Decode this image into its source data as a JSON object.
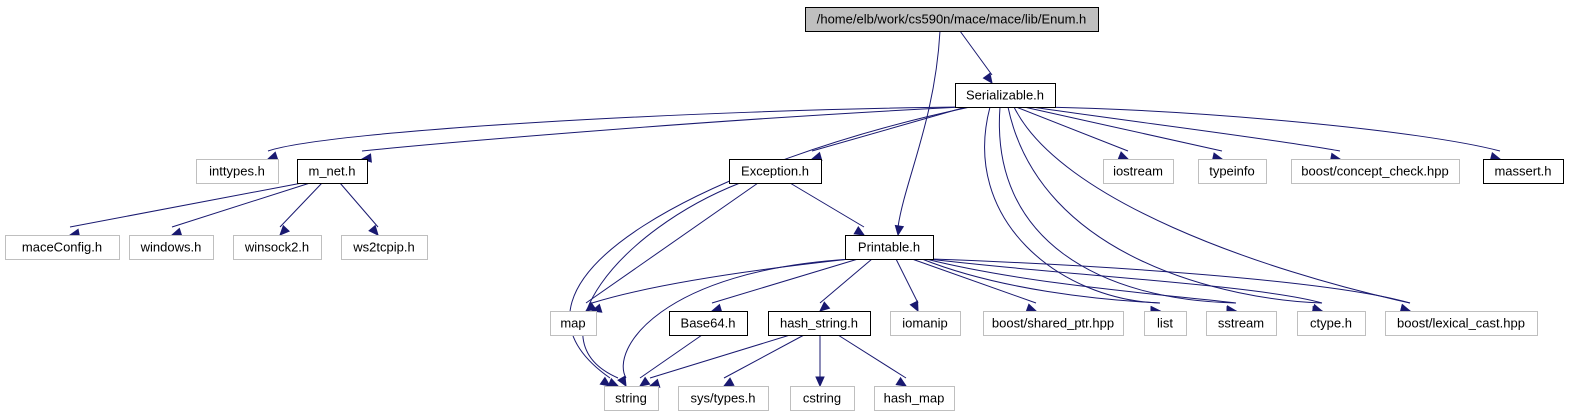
{
  "colors": {
    "edge": "#191970",
    "root_fill": "#bfbfbf",
    "documented_border": "#000000",
    "undocumented_border": "#bfbfbf",
    "node_fill": "#ffffff"
  },
  "nodes": [
    {
      "id": "enum_h",
      "label": "/home/elb/work/cs590n/mace/mace/lib/Enum.h",
      "kind": "root"
    },
    {
      "id": "serializable_h",
      "label": "Serializable.h",
      "kind": "documented"
    },
    {
      "id": "inttypes_h",
      "label": "inttypes.h",
      "kind": "undocumented"
    },
    {
      "id": "m_net_h",
      "label": "m_net.h",
      "kind": "documented"
    },
    {
      "id": "exception_h",
      "label": "Exception.h",
      "kind": "documented"
    },
    {
      "id": "iostream",
      "label": "iostream",
      "kind": "undocumented"
    },
    {
      "id": "typeinfo",
      "label": "typeinfo",
      "kind": "undocumented"
    },
    {
      "id": "boost_concept_check_hpp",
      "label": "boost/concept_check.hpp",
      "kind": "undocumented"
    },
    {
      "id": "massert_h",
      "label": "massert.h",
      "kind": "documented"
    },
    {
      "id": "maceconfig_h",
      "label": "maceConfig.h",
      "kind": "undocumented"
    },
    {
      "id": "windows_h",
      "label": "windows.h",
      "kind": "undocumented"
    },
    {
      "id": "winsock2_h",
      "label": "winsock2.h",
      "kind": "undocumented"
    },
    {
      "id": "ws2tcpip_h",
      "label": "ws2tcpip.h",
      "kind": "undocumented"
    },
    {
      "id": "printable_h",
      "label": "Printable.h",
      "kind": "documented"
    },
    {
      "id": "map",
      "label": "map",
      "kind": "undocumented"
    },
    {
      "id": "base64_h",
      "label": "Base64.h",
      "kind": "documented"
    },
    {
      "id": "hash_string_h",
      "label": "hash_string.h",
      "kind": "documented"
    },
    {
      "id": "iomanip",
      "label": "iomanip",
      "kind": "undocumented"
    },
    {
      "id": "boost_shared_ptr_hpp",
      "label": "boost/shared_ptr.hpp",
      "kind": "undocumented"
    },
    {
      "id": "list",
      "label": "list",
      "kind": "undocumented"
    },
    {
      "id": "sstream",
      "label": "sstream",
      "kind": "undocumented"
    },
    {
      "id": "ctype_h",
      "label": "ctype.h",
      "kind": "undocumented"
    },
    {
      "id": "boost_lexical_cast_hpp",
      "label": "boost/lexical_cast.hpp",
      "kind": "undocumented"
    },
    {
      "id": "string",
      "label": "string",
      "kind": "undocumented"
    },
    {
      "id": "sys_types_h",
      "label": "sys/types.h",
      "kind": "undocumented"
    },
    {
      "id": "cstring",
      "label": "cstring",
      "kind": "undocumented"
    },
    {
      "id": "hash_map",
      "label": "hash_map",
      "kind": "undocumented"
    }
  ],
  "edges": [
    {
      "from": "enum_h",
      "to": "serializable_h"
    },
    {
      "from": "enum_h",
      "to": "printable_h"
    },
    {
      "from": "serializable_h",
      "to": "inttypes_h"
    },
    {
      "from": "serializable_h",
      "to": "m_net_h"
    },
    {
      "from": "serializable_h",
      "to": "exception_h"
    },
    {
      "from": "serializable_h",
      "to": "string"
    },
    {
      "from": "serializable_h",
      "to": "iostream"
    },
    {
      "from": "serializable_h",
      "to": "typeinfo"
    },
    {
      "from": "serializable_h",
      "to": "boost_concept_check_hpp"
    },
    {
      "from": "serializable_h",
      "to": "massert_h"
    },
    {
      "from": "serializable_h",
      "to": "list"
    },
    {
      "from": "serializable_h",
      "to": "sstream"
    },
    {
      "from": "serializable_h",
      "to": "ctype_h"
    },
    {
      "from": "serializable_h",
      "to": "boost_lexical_cast_hpp"
    },
    {
      "from": "m_net_h",
      "to": "maceconfig_h"
    },
    {
      "from": "m_net_h",
      "to": "windows_h"
    },
    {
      "from": "m_net_h",
      "to": "winsock2_h"
    },
    {
      "from": "m_net_h",
      "to": "ws2tcpip_h"
    },
    {
      "from": "exception_h",
      "to": "printable_h"
    },
    {
      "from": "exception_h",
      "to": "map"
    },
    {
      "from": "exception_h",
      "to": "string"
    },
    {
      "from": "printable_h",
      "to": "map"
    },
    {
      "from": "printable_h",
      "to": "string"
    },
    {
      "from": "printable_h",
      "to": "base64_h"
    },
    {
      "from": "printable_h",
      "to": "hash_string_h"
    },
    {
      "from": "printable_h",
      "to": "iomanip"
    },
    {
      "from": "printable_h",
      "to": "boost_shared_ptr_hpp"
    },
    {
      "from": "printable_h",
      "to": "list"
    },
    {
      "from": "printable_h",
      "to": "sstream"
    },
    {
      "from": "printable_h",
      "to": "ctype_h"
    },
    {
      "from": "printable_h",
      "to": "boost_lexical_cast_hpp"
    },
    {
      "from": "base64_h",
      "to": "string"
    },
    {
      "from": "hash_string_h",
      "to": "string"
    },
    {
      "from": "hash_string_h",
      "to": "sys_types_h"
    },
    {
      "from": "hash_string_h",
      "to": "cstring"
    },
    {
      "from": "hash_string_h",
      "to": "hash_map"
    }
  ]
}
